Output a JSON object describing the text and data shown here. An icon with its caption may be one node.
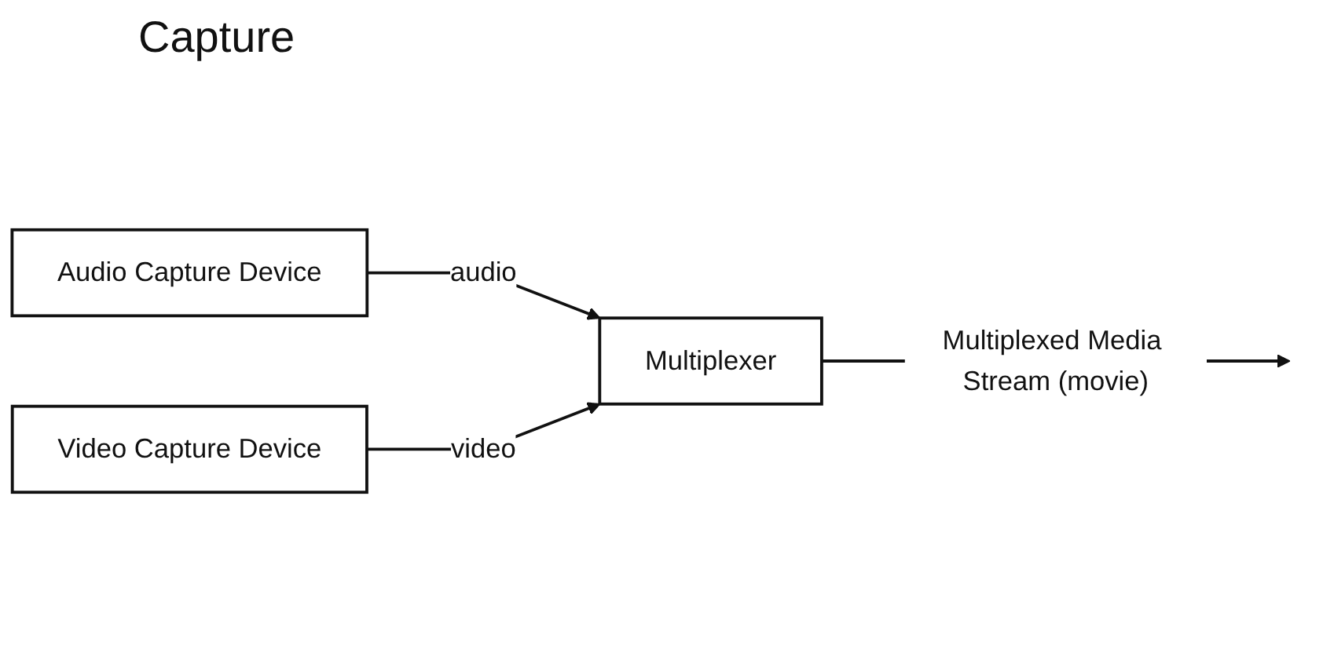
{
  "diagram": {
    "title": "Capture",
    "nodes": [
      {
        "text": [
          "Audio Capture Device"
        ]
      },
      {
        "text": [
          "Video Capture Device"
        ]
      },
      {
        "text": [
          "Multiplexer"
        ]
      }
    ],
    "edges": [
      {
        "from": 0,
        "to": 2,
        "arrow": "to",
        "label": "audio"
      },
      {
        "from": 1,
        "to": 2,
        "arrow": "to",
        "label": "video"
      },
      {
        "from": 2,
        "to": null,
        "arrow": "to",
        "label": "Multiplexed Media Stream (movie)"
      }
    ]
  }
}
